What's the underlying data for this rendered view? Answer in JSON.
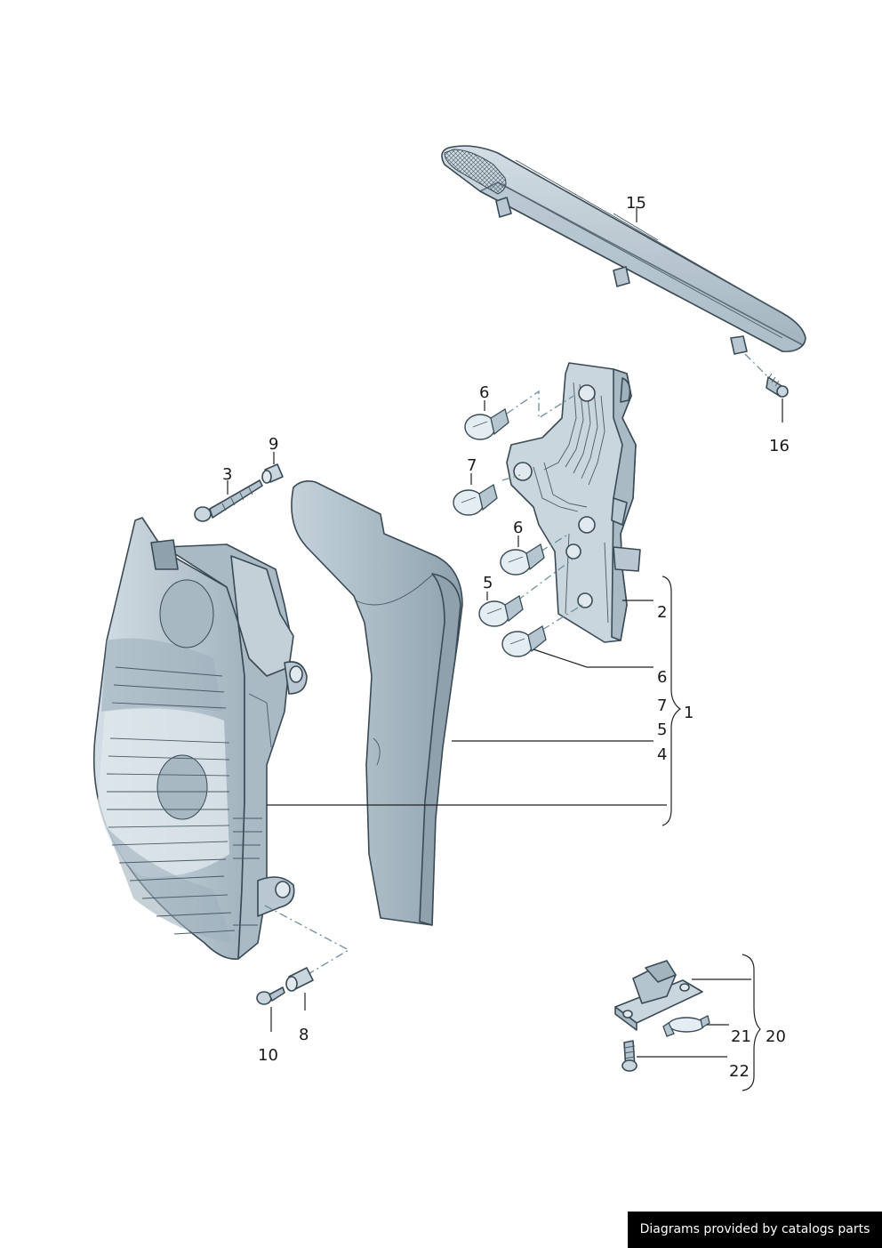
{
  "callouts": {
    "c1": "1",
    "c2": "2",
    "c3": "3",
    "c4": "4",
    "c5a": "5",
    "c5b": "5",
    "c6a": "6",
    "c6b": "6",
    "c6c": "6",
    "c7a": "7",
    "c7b": "7",
    "c8": "8",
    "c9": "9",
    "c10": "10",
    "c15": "15",
    "c16": "16",
    "c20": "20",
    "c21": "21",
    "c22": "22"
  },
  "credit": "Diagrams provided by catalogs parts",
  "colors": {
    "part_fill": "#c9d6de",
    "part_shade": "#9fb1bd",
    "part_dark": "#7d909c",
    "lens_light": "#dde6eb"
  }
}
